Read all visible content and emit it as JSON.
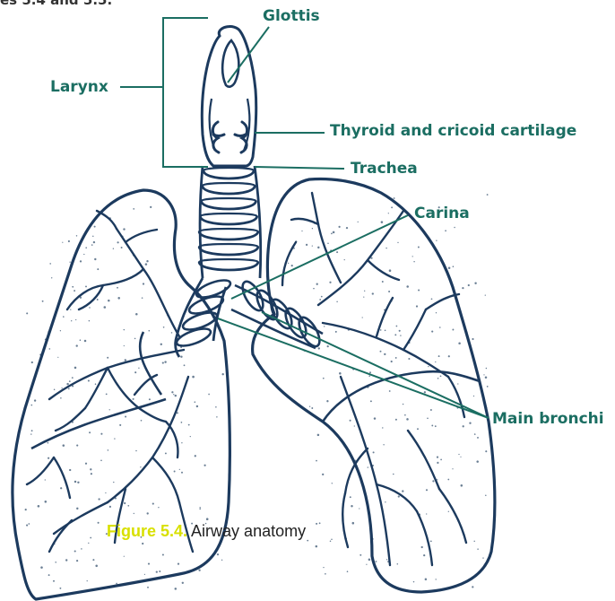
{
  "page_fragment": "es 5.4 and 5.5.",
  "labels": {
    "glottis": "Glottis",
    "larynx": "Larynx",
    "thyroid": "Thyroid and cricoid cartilage",
    "trachea": "Trachea",
    "carina": "Carina",
    "main_bronchi": "Main bronchi"
  },
  "caption": {
    "figure": "Figure 5.4.",
    "text": "Airway anatomy"
  },
  "colors": {
    "outline": "#1c3a5e",
    "label": "#1b6e62",
    "leader": "#1b6e62",
    "figure_number": "#d8e000",
    "caption_text": "#222222",
    "speckle": "#6b7f94"
  }
}
